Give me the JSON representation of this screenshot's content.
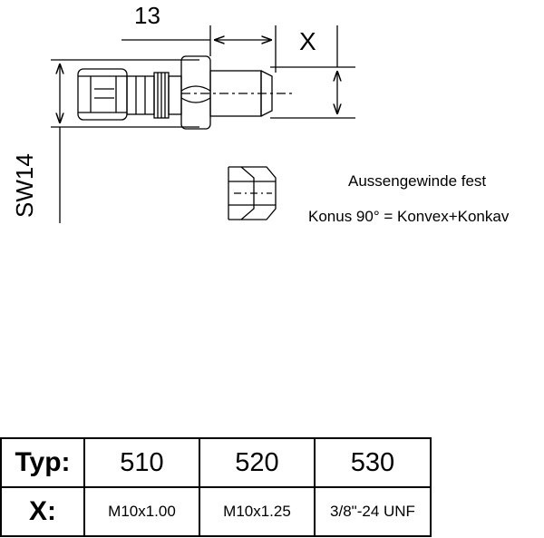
{
  "drawing": {
    "dim_length": "13",
    "dim_thread": "X",
    "dim_wrench": "SW14",
    "description_line1": "Aussengewinde fest",
    "description_line2": "Konus 90° = Konvex+Konkav"
  },
  "table": {
    "row_type_label": "Typ:",
    "row_x_label": "X:",
    "types": [
      "510",
      "520",
      "530"
    ],
    "threads": [
      "M10x1.00",
      "M10x1.25",
      "3/8\"-24 UNF"
    ]
  }
}
